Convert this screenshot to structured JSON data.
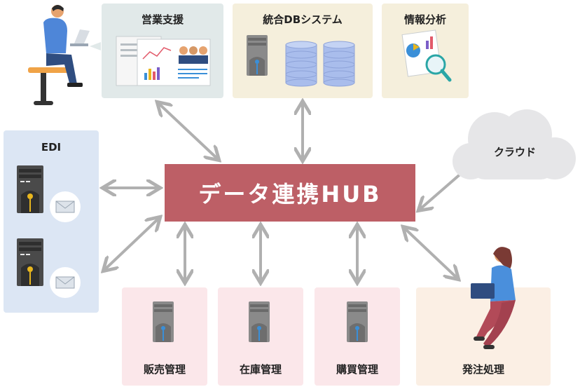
{
  "hub": {
    "label": "データ連携HUB"
  },
  "nodes": {
    "sales_support": "営業支援",
    "integrated_db": "統合DBシステム",
    "info_analysis": "情報分析",
    "edi": "EDI",
    "cloud": "クラウド",
    "sales_mgmt": "販売管理",
    "inventory_mgmt": "在庫管理",
    "purchase_mgmt": "購買管理",
    "order_processing": "発注処理"
  },
  "colors": {
    "hub": "#bd5f66",
    "top_box": "#f5efdc",
    "sales_box": "#e1e9e9",
    "edi_box": "#dce6f4",
    "bottom_box": "#fbe7ea",
    "order_box": "#fbefe4",
    "arrow": "#b0b0b0",
    "cloud": "#e6e6e8"
  }
}
